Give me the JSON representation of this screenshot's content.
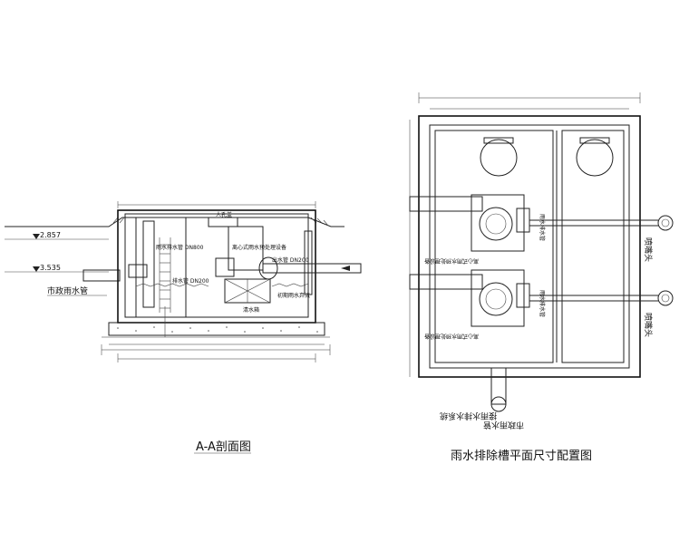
{
  "left_view": {
    "title": "A-A剖面图",
    "elev_upper": "2.857",
    "elev_lower": "3.535",
    "pipe_label": "市政雨水管",
    "manhole_label": "人孔盖",
    "grit_label": "雨水排水管 DN800",
    "centrifugal_label": "离心式雨水预处理设备",
    "outlet_label": "出水管 DN200",
    "drain_label": "排水管 DN200",
    "initial_label": "初期雨水弃流",
    "tank_label": "清水箱"
  },
  "right_view": {
    "title": "雨水排除槽平面尺寸配置图",
    "nozzle_label_1": "喷嘴头",
    "nozzle_label_2": "喷嘴头",
    "bottom_label": "市政雨水管",
    "bottom_label_2": "接雨水排水系统",
    "unit_label_1": "离心式雨水预处理设备",
    "unit_label_2": "离心式雨水预处理设备",
    "side_label_1": "雨水排水管",
    "side_label_2": "雨水排水管"
  }
}
